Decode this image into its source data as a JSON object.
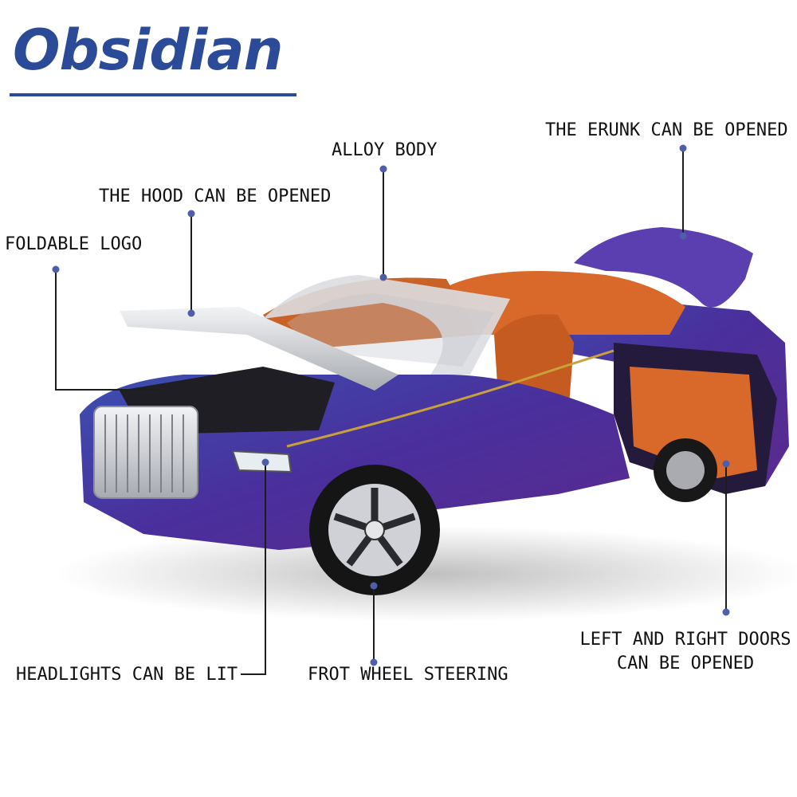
{
  "brand": {
    "name": "Obsidian",
    "color": "#2b4a97"
  },
  "product": {
    "body_color": "#4a2f9c",
    "interior_color": "#d8692a",
    "chrome_color": "#d9dadd"
  },
  "features": [
    {
      "id": "alloy-body",
      "text": "ALLOY BODY"
    },
    {
      "id": "trunk",
      "text": "THE ERUNK CAN BE OPENED"
    },
    {
      "id": "hood",
      "text": "THE HOOD CAN BE OPENED"
    },
    {
      "id": "logo",
      "text": "FOLDABLE LOGO"
    },
    {
      "id": "headlights",
      "text": "HEADLIGHTS CAN BE LIT"
    },
    {
      "id": "wheel",
      "text": "FROT WHEEL STEERING"
    },
    {
      "id": "doors",
      "text": "LEFT AND RIGHT DOORS CAN BE OPENED"
    }
  ]
}
